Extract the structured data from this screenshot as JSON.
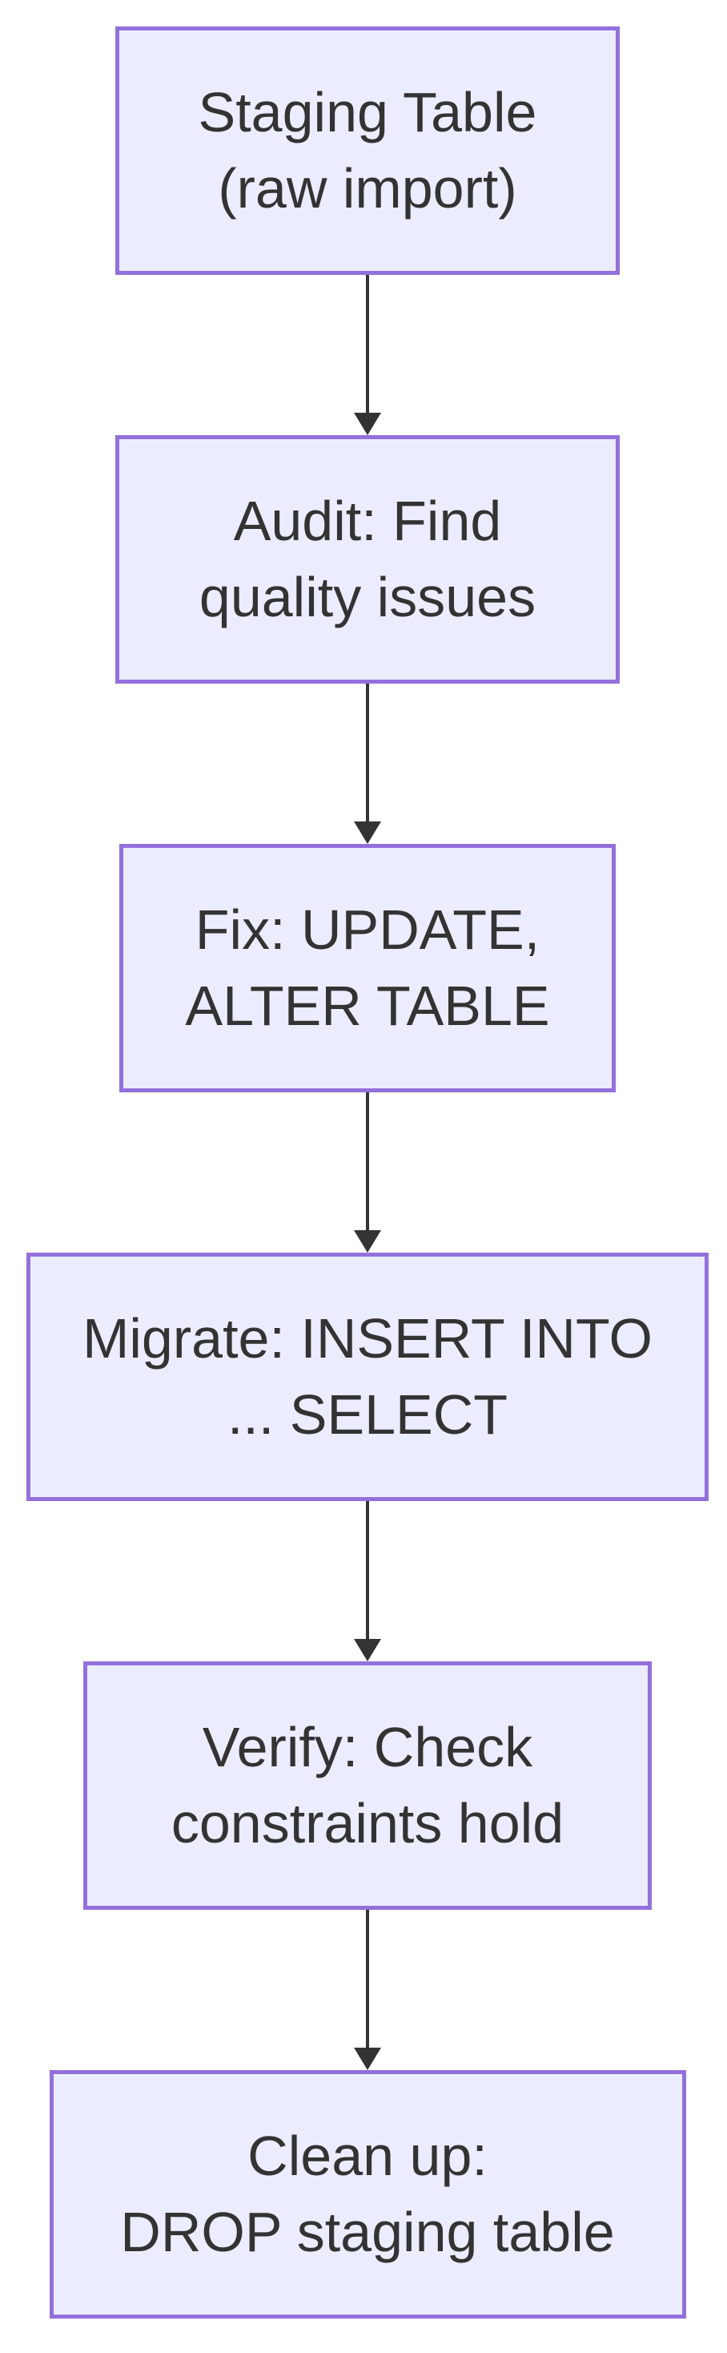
{
  "diagram": {
    "type": "flowchart",
    "direction": "top-down",
    "colors": {
      "background": "#FFFFFF",
      "node_fill": "#ECECFF",
      "node_border": "#9370DB",
      "text": "#333333",
      "arrow": "#333333"
    },
    "nodes": [
      {
        "id": "staging",
        "label": "Staging Table (raw import)",
        "lines": [
          "Staging Table",
          "(raw import)"
        ]
      },
      {
        "id": "audit",
        "label": "Audit: Find quality issues",
        "lines": [
          "Audit: Find",
          "quality issues"
        ]
      },
      {
        "id": "fix",
        "label": "Fix: UPDATE, ALTER TABLE",
        "lines": [
          "Fix: UPDATE,",
          "ALTER TABLE"
        ]
      },
      {
        "id": "migrate",
        "label": "Migrate: INSERT INTO ... SELECT",
        "lines": [
          "Migrate: INSERT INTO",
          "... SELECT"
        ]
      },
      {
        "id": "verify",
        "label": "Verify: Check constraints hold",
        "lines": [
          "Verify: Check",
          "constraints hold"
        ]
      },
      {
        "id": "cleanup",
        "label": "Clean up: DROP staging table",
        "lines": [
          "Clean up:",
          "DROP staging table"
        ]
      }
    ],
    "edges": [
      {
        "from": "staging",
        "to": "audit"
      },
      {
        "from": "audit",
        "to": "fix"
      },
      {
        "from": "fix",
        "to": "migrate"
      },
      {
        "from": "migrate",
        "to": "verify"
      },
      {
        "from": "verify",
        "to": "cleanup"
      }
    ]
  }
}
